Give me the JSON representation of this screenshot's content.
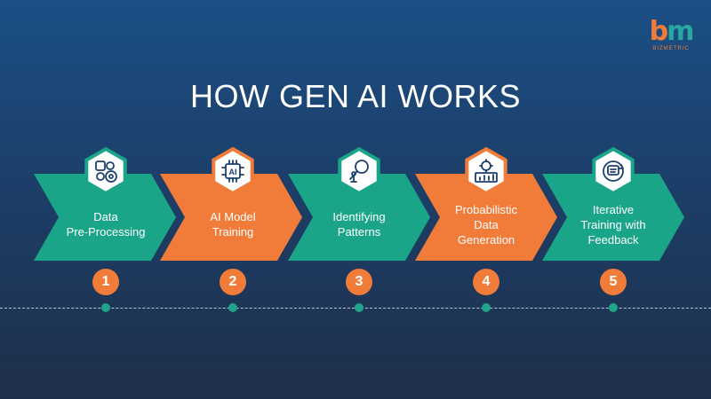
{
  "logo": {
    "mark_b": "b",
    "mark_m": "m",
    "subtitle": "BIZMETRIC"
  },
  "title": "HOW GEN AI WORKS",
  "colors": {
    "teal": "#1aa488",
    "orange": "#f17c3a",
    "dot": "#1ea58a",
    "logo_b": "#f17c3a",
    "logo_m": "#2aa7a0",
    "logo_sub": "#f17c3a"
  },
  "steps": [
    {
      "number": "1",
      "lines": [
        "Data",
        "Pre-Processing"
      ],
      "color": "teal",
      "icon": "gears-icon"
    },
    {
      "number": "2",
      "lines": [
        "AI Model",
        "Training"
      ],
      "color": "orange",
      "icon": "ai-chip-icon"
    },
    {
      "number": "3",
      "lines": [
        "Identifying",
        "Patterns"
      ],
      "color": "teal",
      "icon": "magnifier-person-icon"
    },
    {
      "number": "4",
      "lines": [
        "Probabilistic",
        "Data",
        "Generation"
      ],
      "color": "orange",
      "icon": "chart-gear-icon"
    },
    {
      "number": "5",
      "lines": [
        "Iterative",
        "Training with",
        "Feedback"
      ],
      "color": "teal",
      "icon": "feedback-cycle-icon"
    }
  ]
}
